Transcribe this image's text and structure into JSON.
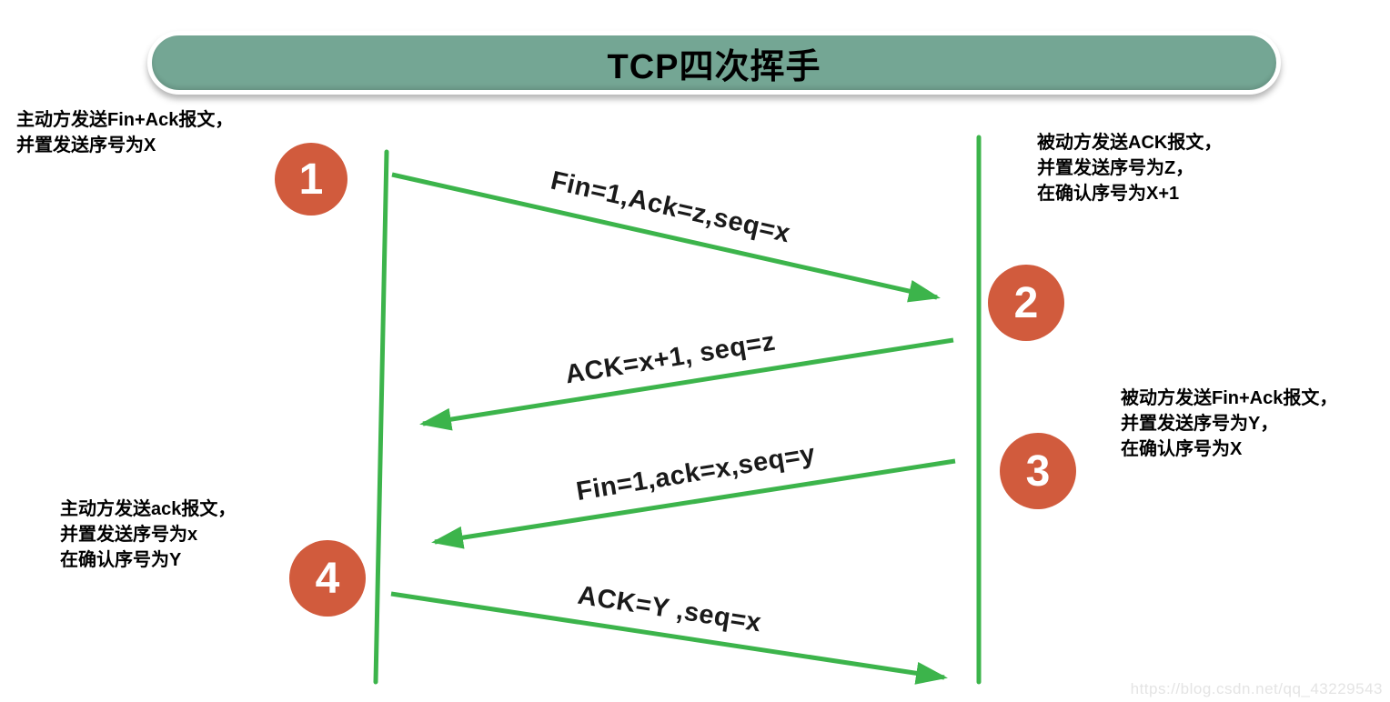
{
  "title": "TCP四次挥手",
  "colors": {
    "banner_fill": "#74a694",
    "step_circle": "#d15b3d",
    "line_green": "#3cb44b",
    "text": "#000000",
    "watermark_gray": "#e4e4e4"
  },
  "steps": [
    {
      "number": "1",
      "annotation": "主动方发送Fin+Ack报文，\n并置发送序号为X"
    },
    {
      "number": "2",
      "annotation": "被动方发送ACK报文，\n并置发送序号为Z，\n在确认序号为X+1"
    },
    {
      "number": "3",
      "annotation": "被动方发送Fin+Ack报文，\n并置发送序号为Y，\n在确认序号为X"
    },
    {
      "number": "4",
      "annotation": "主动方发送ack报文，\n并置发送序号为x\n在确认序号为Y"
    }
  ],
  "messages": [
    {
      "label": "Fin=1,Ack=z,seq=x",
      "direction": "left-to-right"
    },
    {
      "label": "ACK=x+1, seq=z",
      "direction": "right-to-left"
    },
    {
      "label": "Fin=1,ack=x,seq=y",
      "direction": "right-to-left"
    },
    {
      "label": "ACK=Y ,seq=x",
      "direction": "left-to-right"
    }
  ],
  "watermark": "https://blog.csdn.net/qq_43229543"
}
